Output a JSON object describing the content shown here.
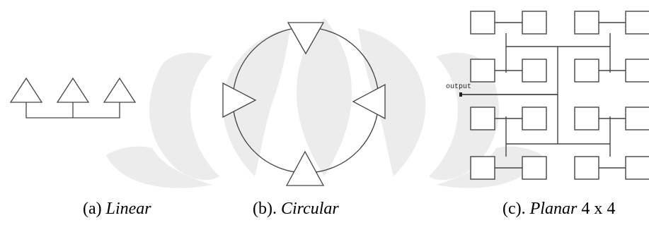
{
  "watermark_color": "#e9e9e9",
  "line_color": "#444444",
  "panels": {
    "linear": {
      "prefix": "(a) ",
      "name": "Linear",
      "suffix": "",
      "element_count": 3
    },
    "circular": {
      "prefix": "(b). ",
      "name": "Circular",
      "suffix": "",
      "element_count": 4
    },
    "planar": {
      "prefix": "(c). ",
      "name": "Planar",
      "suffix": " 4 x 4",
      "grid": [
        4,
        4
      ],
      "output_label": "output"
    }
  }
}
